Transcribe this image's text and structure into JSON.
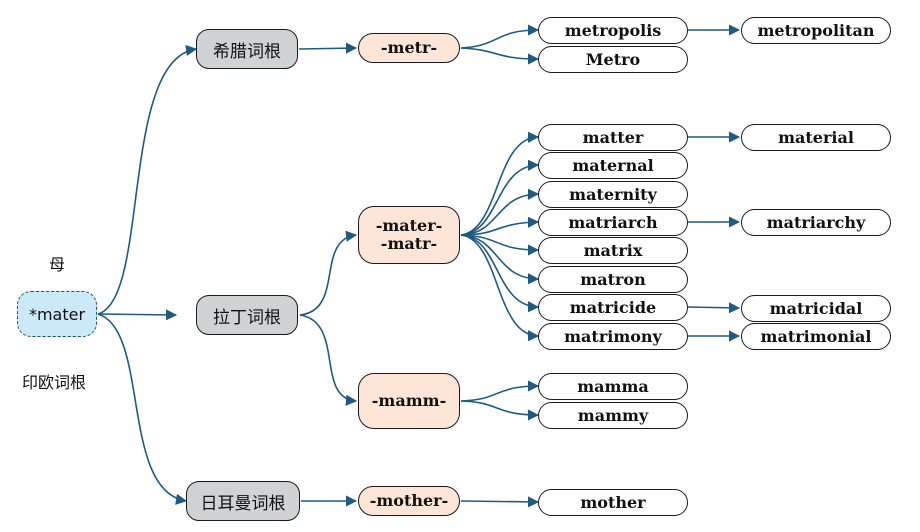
{
  "root": {
    "label": "*mater",
    "meaning": "母",
    "caption": "印欧词根"
  },
  "branches": {
    "greek": "希腊词根",
    "latin": "拉丁词根",
    "germanic": "日耳曼词根"
  },
  "stems": {
    "metr": "-metr-",
    "mater": [
      "-mater-",
      "-matr-"
    ],
    "mamm": "-mamm-",
    "mother": "-mother-"
  },
  "words": {
    "metropolis": "metropolis",
    "metro": "Metro",
    "metropolitan": "metropolitan",
    "matter": "matter",
    "material": "material",
    "maternal": "maternal",
    "maternity": "maternity",
    "matriarch": "matriarch",
    "matriarchy": "matriarchy",
    "matrix": "matrix",
    "matron": "matron",
    "matricide": "matricide",
    "matricidal": "matricidal",
    "matrimony": "matrimony",
    "matrimonial": "matrimonial",
    "mamma": "mamma",
    "mammy": "mammy",
    "mother": "mother"
  },
  "colors": {
    "arrow": "#1f5a80",
    "root_fill": "#cce9f8",
    "branch_fill": "#d0d3d6",
    "stem_fill": "#fde6d8"
  }
}
